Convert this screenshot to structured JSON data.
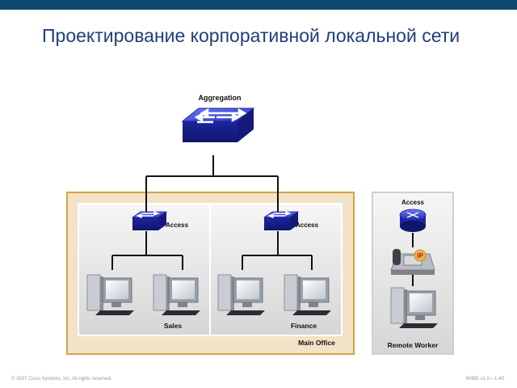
{
  "title": "Проектирование корпоративной локальной сети",
  "diagram": {
    "aggregation_label": "Aggregation",
    "access_label_sales": "Access",
    "access_label_finance": "Access",
    "access_label_remote": "Access",
    "sales_label": "Sales",
    "finance_label": "Finance",
    "main_office_label": "Main Office",
    "remote_worker_label": "Remote Worker",
    "ip_phone_text": "IP"
  },
  "footer": {
    "copyright": "© 2007 Cisco Systems, Inc. All rights reserved.",
    "slide_ref": "SMBE v1.0—1-40"
  },
  "colors": {
    "header_bar": "#0b4a6e",
    "title": "#1f3f7a",
    "switch_blue": "#2b36c7",
    "main_office_panel": "#f2e2c6",
    "main_office_border": "#d9a24a",
    "sub_panel": "#e6e6e6"
  }
}
